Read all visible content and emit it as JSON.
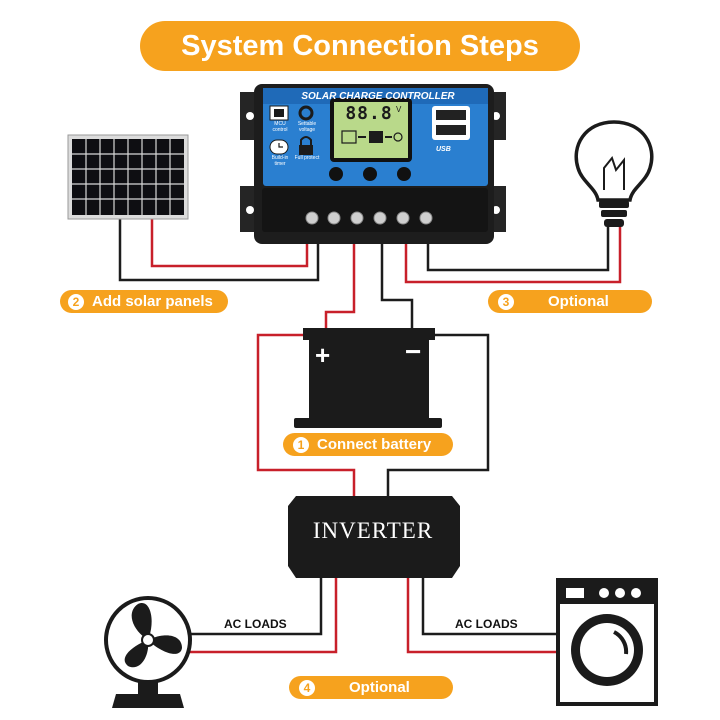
{
  "title": "System Connection Steps",
  "controller": {
    "title": "SOLAR CHARGE CONTROLLER",
    "labels": {
      "mcu": "MCU control",
      "settable": "Settable voltage",
      "timer": "Build-in timer",
      "protect": "Full protect"
    },
    "display_digits": "88.8",
    "display_unit": "V",
    "usb_label": "USB"
  },
  "steps": {
    "solar": {
      "number": "2",
      "label": "Add solar panels"
    },
    "optional_top": {
      "number": "3",
      "label": "Optional"
    },
    "battery": {
      "number": "1",
      "label": "Connect battery"
    },
    "optional_bottom": {
      "number": "4",
      "label": "Optional"
    }
  },
  "battery": {
    "plus": "+",
    "minus": "−"
  },
  "inverter": {
    "label": "INVERTER"
  },
  "ac_loads_left": "AC LOADS",
  "ac_loads_right": "AC LOADS",
  "colors": {
    "orange": "#f6a21e",
    "wire_red": "#c8202a",
    "wire_black": "#1c1c1c",
    "controller_blue": "#2a7fd0"
  }
}
